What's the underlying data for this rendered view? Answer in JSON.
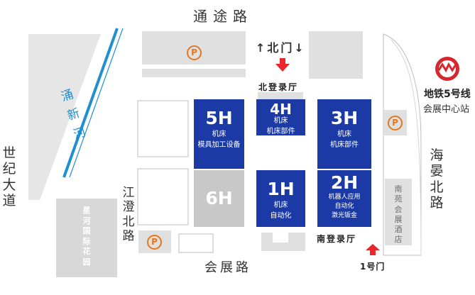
{
  "roads": {
    "north": "通途路",
    "south": "会展路",
    "west": "世纪大道",
    "east": "海晏北路",
    "inner_west": "江澄北路",
    "river": "涌新河"
  },
  "gates": {
    "north_gate": "↑北门↓",
    "north_hall": "北登录厅",
    "south_hall": "南登录厅",
    "gate_1": "1号门"
  },
  "halls": [
    {
      "id": "5H",
      "lines": [
        "机床",
        "模具加工设备"
      ]
    },
    {
      "id": "4H",
      "lines": [
        "机床",
        "机床部件"
      ]
    },
    {
      "id": "3H",
      "lines": [
        "机床",
        "机床部件"
      ]
    },
    {
      "id": "6H",
      "lines": []
    },
    {
      "id": "1H",
      "lines": [
        "机床",
        "自动化"
      ]
    },
    {
      "id": "2H",
      "lines": [
        "机器人应用",
        "自动化",
        "激光钣金"
      ]
    }
  ],
  "metro": {
    "line": "地铁5号线",
    "station": "会展中心站"
  },
  "park": "星河国际花园",
  "hotel": "南苑会展酒店",
  "parking_symbol": "P",
  "colors": {
    "hall_blue": "#1b3aa6",
    "hall_gray": "#c8c8c8",
    "river": "#1f8fd0",
    "parking": "#e8761a",
    "arrow": "#e8262b",
    "metro": "#d8262e"
  }
}
